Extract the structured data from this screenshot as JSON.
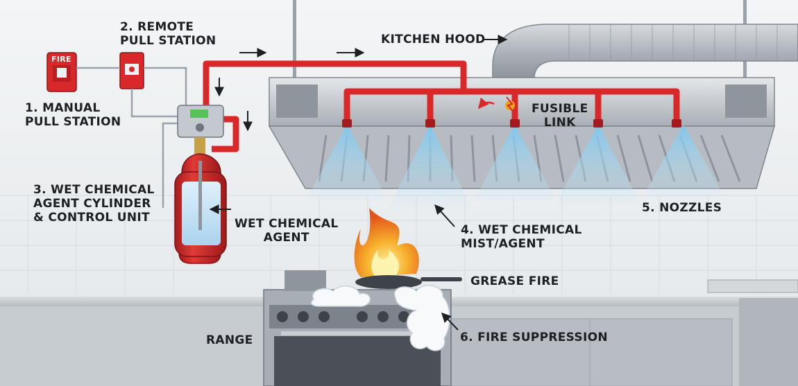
{
  "labels": {
    "manual_pull": [
      "1. MANUAL",
      "PULL STATION"
    ],
    "remote_pull": [
      "2. REMOTE",
      "PULL STATION"
    ],
    "cylinder": [
      "3. WET CHEMICAL",
      "AGENT CYLINDER",
      "& CONTROL UNIT"
    ],
    "wet_agent": [
      "WET CHEMICAL",
      "AGENT"
    ],
    "mist": [
      "4. WET CHEMICAL",
      "MIST/AGENT"
    ],
    "nozzles": "5. NOZZLES",
    "suppression": "6. FIRE SUPPRESSION",
    "hood": "KITCHEN HOOD",
    "fusible": [
      "FUSIBLE",
      "LINK"
    ],
    "grease": "GREASE FIRE",
    "range": "RANGE",
    "fire_sign": "FIRE"
  },
  "colors": {
    "pipe": "#d8282a",
    "pipe_dark": "#a51b1d",
    "spray": "#9fd6f0",
    "hood": "#c9ced3",
    "flame": "#f29a1f"
  }
}
